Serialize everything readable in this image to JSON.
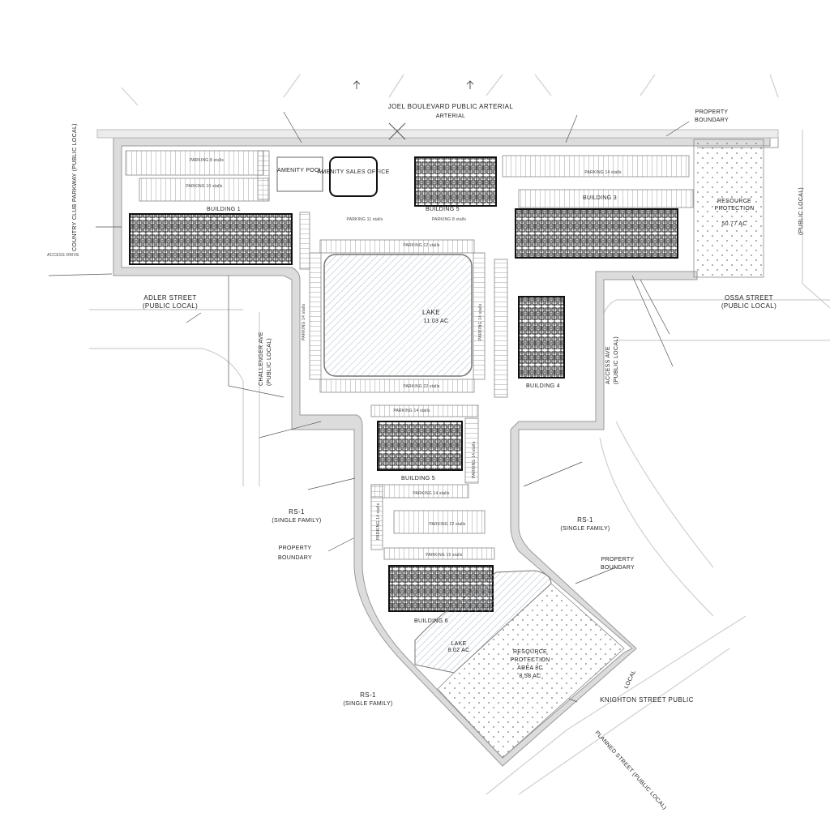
{
  "labels": {
    "joel_blvd": "JOEL BOULEVARD PUBLIC ARTERIAL",
    "joel_blvd_2": "ARTERIAL",
    "property_boundary_tr": "PROPERTY",
    "property_boundary_tr_2": "BOUNDARY",
    "country_club_parkway": "COUNTRY CLUB PARKWAY (PUBLIC LOCAL)",
    "access_drive": "ACCESS DRIVE",
    "amenity_pool": "AMENITY POOL",
    "amenity_sales_office": "AMENITY SALES OFFICE",
    "parking_top_left": "PARKING 8 stalls",
    "parking_left_2": "PARKING 10 stalls",
    "building_1": "BUILDING 1",
    "parking_11": "PARKING 11 stalls",
    "building_5_top": "BUILDING 5",
    "parking_5_top": "PARKING 8 stalls",
    "parking_14_top": "PARKING 14 stalls",
    "building_3": "BUILDING 3",
    "parking_lake_top": "PARKING 12 stalls",
    "lake_1": "LAKE",
    "lake_1_area": "11.03 AC",
    "parking_lake_bottom": "PARKING 22 stalls",
    "parking_lake_left": "PARKING 14 stalls",
    "parking_lake_right": "PARKING 14 stalls",
    "building_4": "BUILDING 4",
    "building_5": "BUILDING 5",
    "parking_b5": "PARKING 14 stalls",
    "parking_b5_left": "PARKING 14 stalls",
    "parking_b5_right": "PARKING 14 stalls",
    "parking_14_mid": "PARKING 14 stalls",
    "parking_22": "PARKING 22 stalls",
    "parking_15": "PARKING 15 stalls",
    "building_6": "BUILDING 6",
    "lake_2": "LAKE",
    "lake_2_area": "8.02 AC",
    "resource_zone_tr_1": "RESOURCE",
    "resource_zone_tr_2": "PROTECTION",
    "resource_zone_tr_3": "50.77 AC",
    "resource_zone_bl_1": "RESOURCE",
    "resource_zone_bl_2": "PROTECTION",
    "resource_zone_bl_3": "AREA 8C",
    "resource_zone_bl_4": "8.58 AC",
    "adler_street": "ADLER STREET",
    "adler_street_2": "(PUBLIC LOCAL)",
    "ossa_street": "OSSA STREET",
    "ossa_street_2": "(PUBLIC LOCAL)",
    "challenger_ave": "CHALLENGER AVE",
    "challenger_ave_2": "(PUBLIC LOCAL)",
    "access_ave_right": "ACCESS AVE",
    "access_ave_right_2": "(PUBLIC LOCAL)",
    "rs1_left": "RS-1",
    "rs1_left_2": "(SINGLE FAMILY)",
    "rs1_right": "RS-1",
    "rs1_right_2": "(SINGLE FAMILY)",
    "rs1_bottom": "RS-1",
    "rs1_bottom_2": "(SINGLE FAMILY)",
    "property_boundary_left": "PROPERTY",
    "property_boundary_left_2": "BOUNDARY",
    "property_boundary_br": "PROPERTY",
    "property_boundary_br_2": "BOUNDARY",
    "knighton_street": "KNIGHTON STREET PUBLIC",
    "local_vertical": "LOCAL",
    "public_local_right": "(PUBLIC LOCAL)",
    "public_local_bottom": "PLANNED STREET (PUBLIC LOCAL)"
  },
  "colors": {
    "road": "#a8a8a8",
    "road_fill": "#dadada",
    "lake_fill": "#d9e2ea",
    "building": "#222222",
    "dots": "#777777",
    "line": "#555555"
  }
}
